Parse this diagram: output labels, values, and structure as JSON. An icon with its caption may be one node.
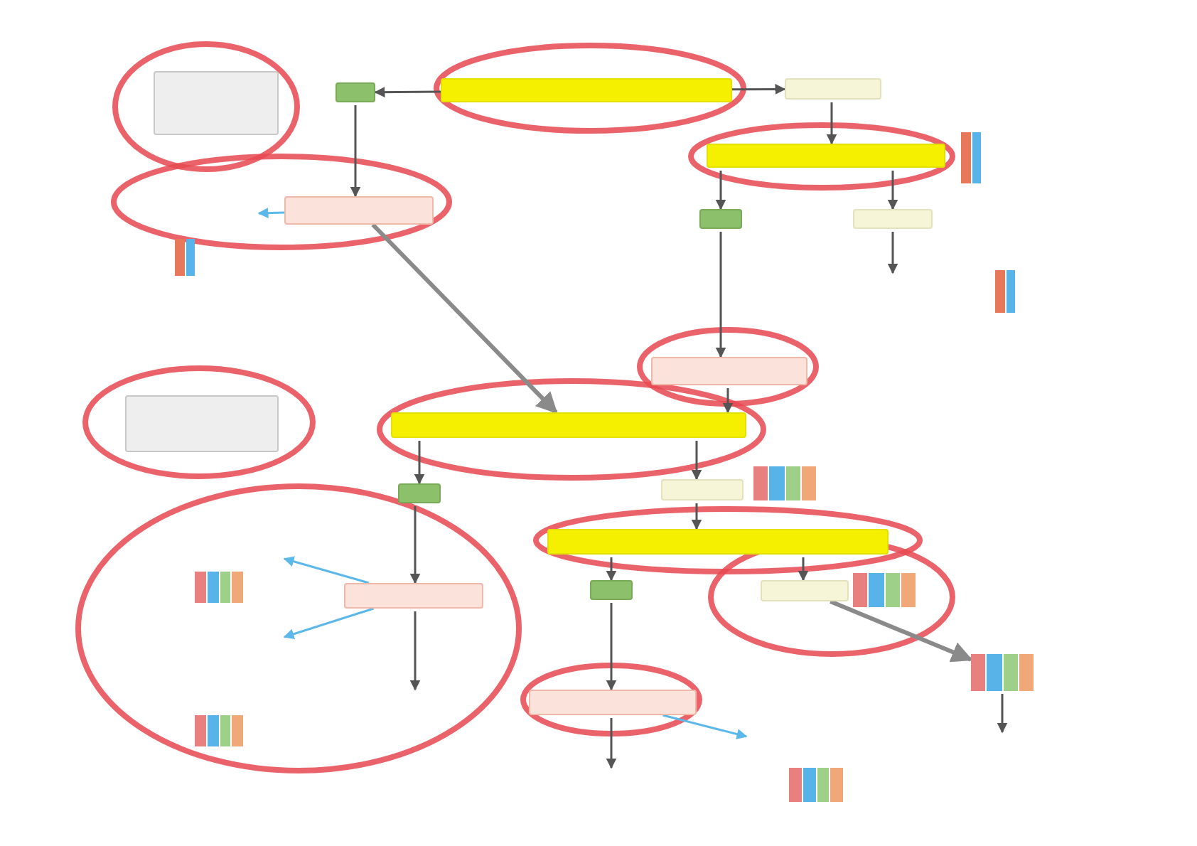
{
  "diagram": {
    "nodes": [
      {
        "text": [],
        "shape": "box"
      },
      {
        "text": [],
        "shape": "box"
      },
      {
        "text": [],
        "shape": "box"
      },
      {
        "text": [],
        "shape": "box"
      },
      {
        "text": [],
        "shape": "box"
      },
      {
        "text": [],
        "shape": "box"
      },
      {
        "text": [],
        "shape": "box"
      },
      {
        "text": [],
        "shape": "box"
      },
      {
        "text": [],
        "shape": "box"
      },
      {
        "text": [],
        "shape": "box"
      },
      {
        "text": [],
        "shape": "box"
      },
      {
        "text": [],
        "shape": "box"
      },
      {
        "text": [],
        "shape": "box"
      },
      {
        "text": [],
        "shape": "box"
      },
      {
        "text": [],
        "shape": "box"
      },
      {
        "text": [],
        "shape": "box"
      },
      {
        "text": [],
        "shape": "box"
      },
      {
        "text": [],
        "shape": "box"
      },
      {
        "text": [],
        "shape": "bar"
      }
    ],
    "edges": [
      {
        "from": 2,
        "to": 1,
        "arrow": "to"
      },
      {
        "from": 2,
        "to": 3,
        "arrow": "to"
      },
      {
        "from": 3,
        "to": 4,
        "arrow": "to"
      },
      {
        "from": 4,
        "to": 5,
        "arrow": "to"
      },
      {
        "from": 4,
        "to": 6,
        "arrow": "to"
      },
      {
        "from": 1,
        "to": 7,
        "arrow": "to"
      },
      {
        "from": 7,
        "to": null,
        "arrow": "to",
        "color": "#5bb8e8"
      },
      {
        "from": 5,
        "to": 8,
        "arrow": "to"
      },
      {
        "from": 6,
        "to": null,
        "arrow": "to"
      },
      {
        "from": 7,
        "to": 9,
        "arrow": "to",
        "style": "thick",
        "color": "#8a8a8a"
      },
      {
        "from": 8,
        "to": 9,
        "arrow": "to"
      },
      {
        "from": 9,
        "to": 11,
        "arrow": "to"
      },
      {
        "from": 9,
        "to": 12,
        "arrow": "to"
      },
      {
        "from": 12,
        "to": 13,
        "arrow": "to"
      },
      {
        "from": 13,
        "to": 14,
        "arrow": "to"
      },
      {
        "from": 13,
        "to": 15,
        "arrow": "to"
      },
      {
        "from": 11,
        "to": 16,
        "arrow": "to"
      },
      {
        "from": 16,
        "to": null,
        "arrow": "to",
        "color": "#5bb8e8"
      },
      {
        "from": 16,
        "to": null,
        "arrow": "to",
        "color": "#5bb8e8"
      },
      {
        "from": 16,
        "to": null,
        "arrow": "to"
      },
      {
        "from": 14,
        "to": 17,
        "arrow": "to"
      },
      {
        "from": 17,
        "to": null,
        "arrow": "to"
      },
      {
        "from": 17,
        "to": null,
        "arrow": "to",
        "color": "#5bb8e8"
      },
      {
        "from": 15,
        "to": 18,
        "arrow": "to",
        "style": "thick",
        "color": "#8a8a8a"
      },
      {
        "from": 18,
        "to": null,
        "arrow": "to"
      }
    ]
  }
}
